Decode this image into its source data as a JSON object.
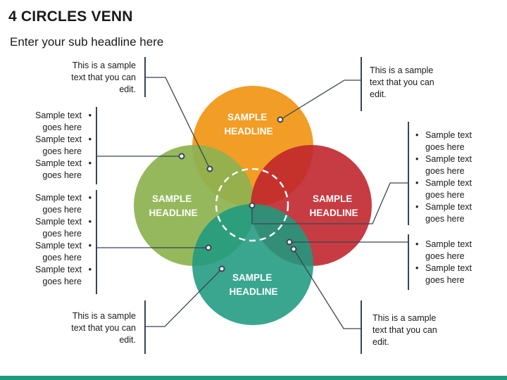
{
  "header": {
    "title": "4 CIRCLES VENN",
    "subtitle": "Enter your sub headline here"
  },
  "colors": {
    "orange": "#f29d25",
    "red": "#c0272d",
    "green": "#8db24f",
    "teal": "#1f9a80",
    "lines": "#3a4454",
    "accent_bar": "#1f9a80"
  },
  "circles": {
    "top": {
      "label_line1": "SAMPLE",
      "label_line2": "HEADLINE",
      "color": "orange"
    },
    "left": {
      "label_line1": "SAMPLE",
      "label_line2": "HEADLINE",
      "color": "green"
    },
    "right": {
      "label_line1": "SAMPLE",
      "label_line2": "HEADLINE",
      "color": "red"
    },
    "bottom": {
      "label_line1": "SAMPLE",
      "label_line2": "HEADLINE",
      "color": "teal"
    }
  },
  "callouts": {
    "top_left": {
      "line1": "This is a sample",
      "line2": "text that you can",
      "line3": "edit."
    },
    "top_right": {
      "line1": "This is a sample",
      "line2": "text that you can",
      "line3": "edit."
    },
    "bottom_left": {
      "line1": "This is a sample",
      "line2": "text that you can",
      "line3": "edit."
    },
    "bottom_right": {
      "line1": "This is a sample",
      "line2": "text that you can",
      "line3": "edit."
    }
  },
  "bullet_groups": {
    "left_upper": [
      "Sample text goes here",
      "Sample text goes here",
      "Sample text goes here"
    ],
    "left_lower": [
      "Sample text goes here",
      "Sample text goes here",
      "Sample text goes here",
      "Sample text goes here"
    ],
    "right_upper": [
      "Sample text goes here",
      "Sample text goes here",
      "Sample text goes here",
      "Sample text goes here"
    ],
    "right_lower": [
      "Sample text goes here",
      "Sample text goes here"
    ]
  }
}
